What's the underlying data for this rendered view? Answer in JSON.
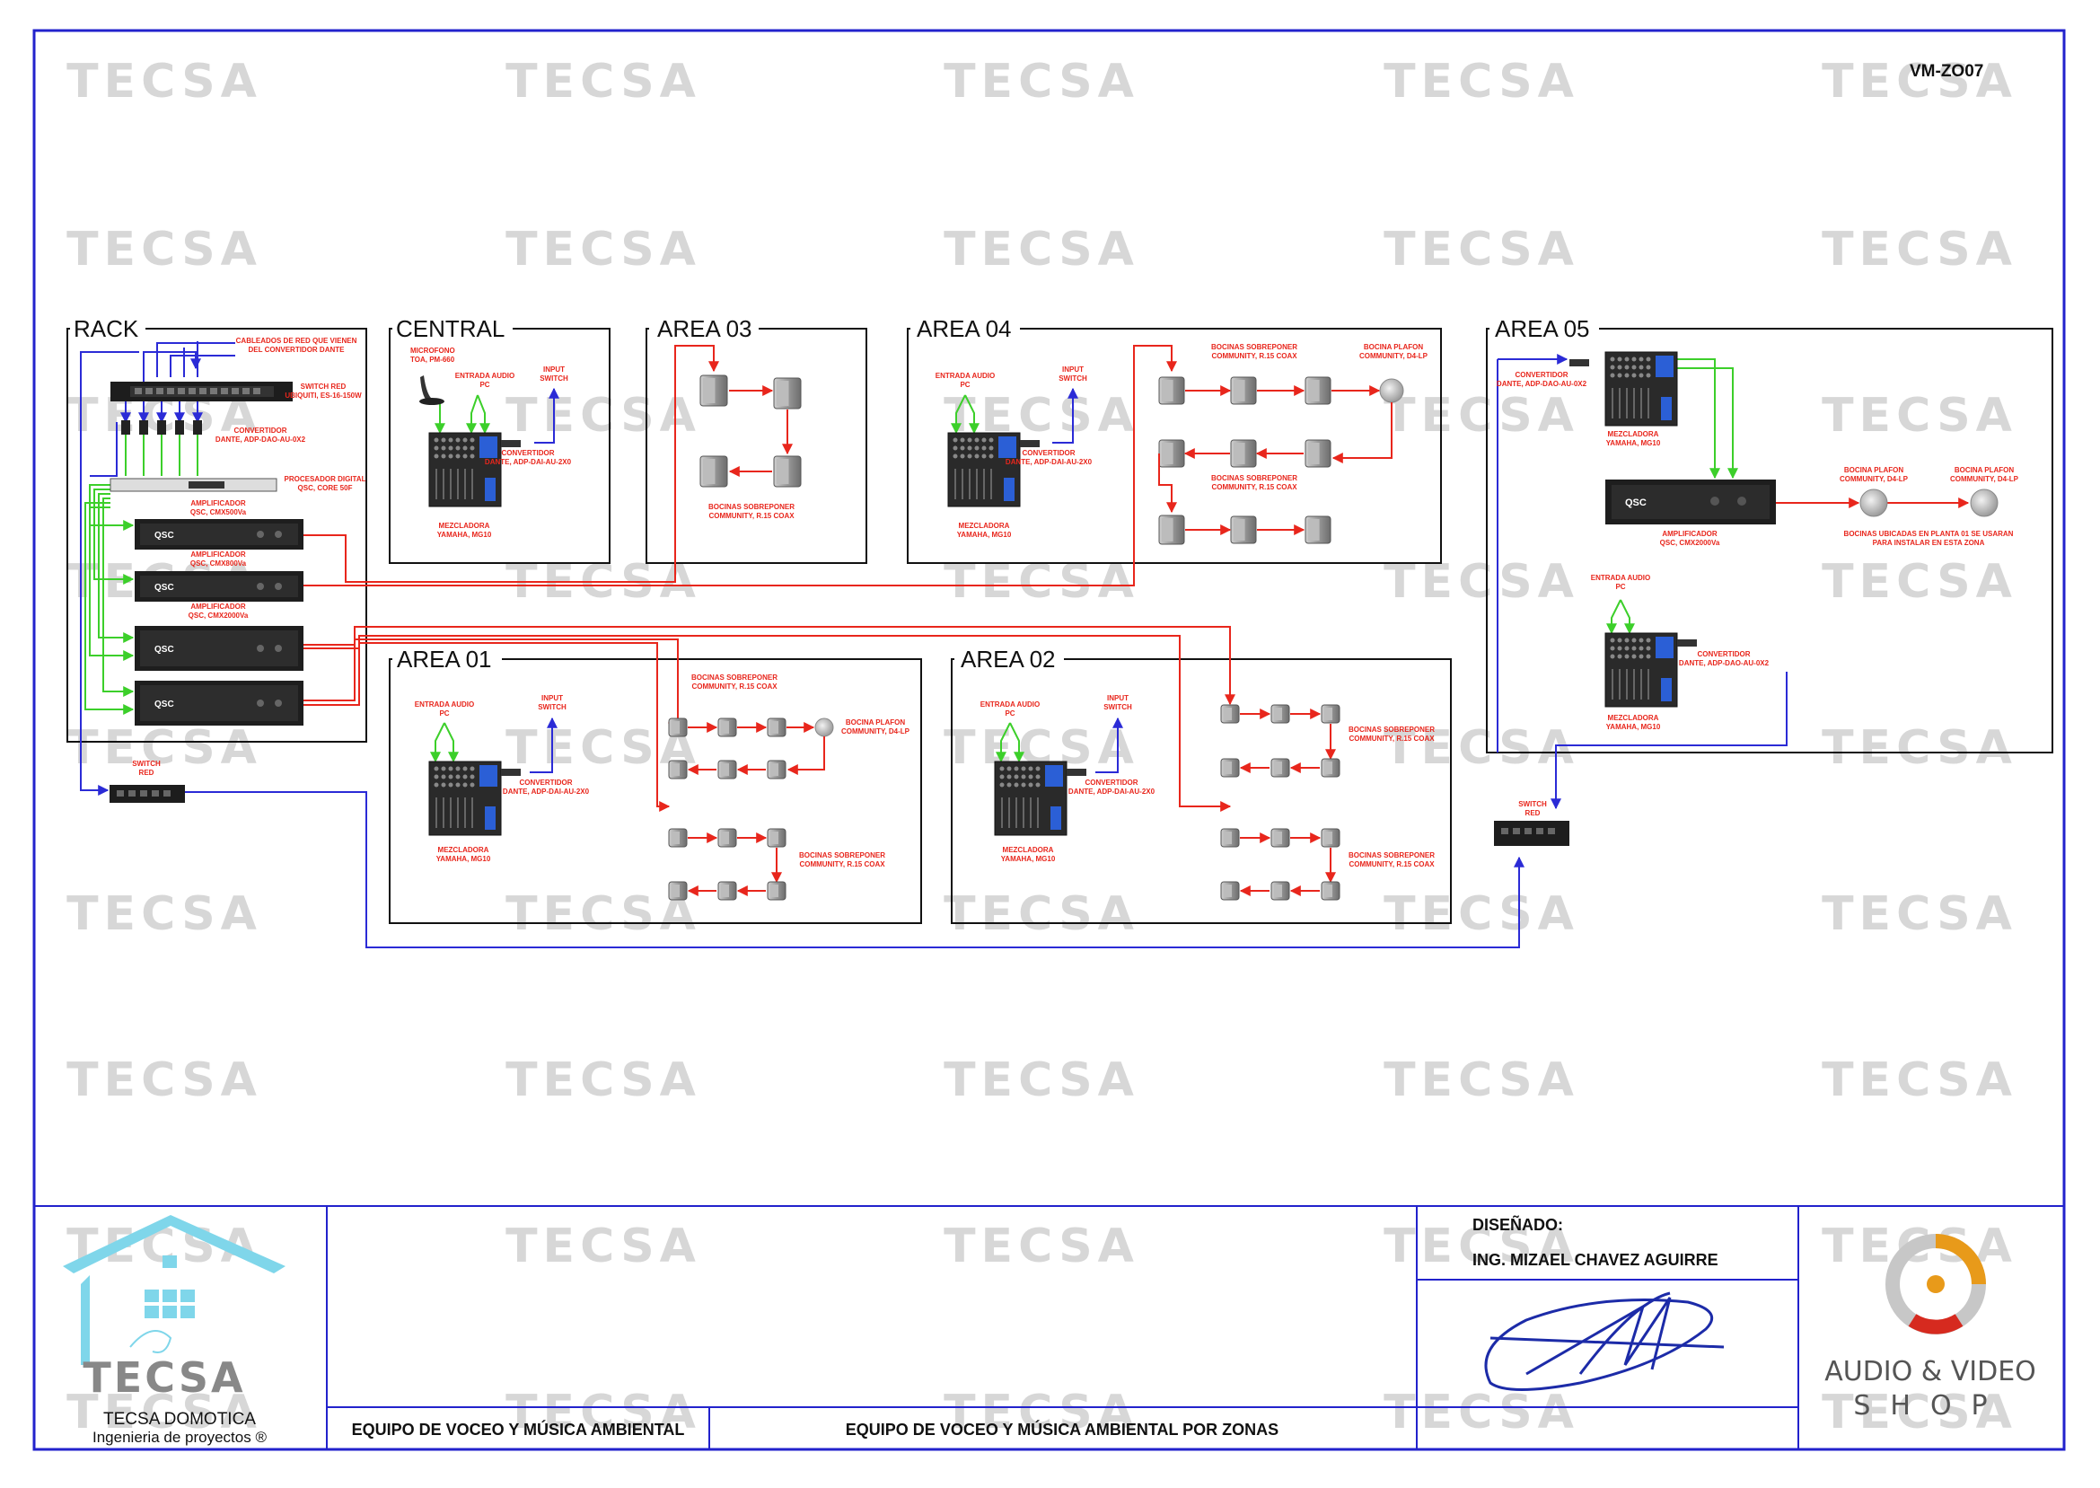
{
  "sheet": {
    "code": "VM-ZO07",
    "watermark": "TECSA"
  },
  "zones": {
    "rack": "RACK",
    "central": "CENTRAL",
    "area03": "AREA 03",
    "area04": "AREA 04",
    "area05": "AREA 05",
    "area01": "AREA 01",
    "area02": "AREA 02"
  },
  "rack": {
    "cable_note": [
      "CABLEADOS DE RED QUE VIENEN",
      "DEL CONVERTIDOR DANTE"
    ],
    "switch": [
      "SWITCH RED",
      "UBIQUITI, ES-16-150W"
    ],
    "converter": [
      "CONVERTIDOR",
      "DANTE, ADP-DAO-AU-0X2"
    ],
    "processor": [
      "PROCESADOR DIGITAL",
      "QSC, CORE 50F"
    ],
    "amp1": [
      "AMPLIFICADOR",
      "QSC, CMX500Va"
    ],
    "amp2": [
      "AMPLIFICADOR",
      "QSC, CMX800Va"
    ],
    "amp3": [
      "AMPLIFICADOR",
      "QSC, CMX2000Va"
    ],
    "switch_bottom": [
      "SWITCH",
      "RED"
    ]
  },
  "labels": {
    "microphone": [
      "MICROFONO",
      "TOA, PM-660"
    ],
    "audio_input": [
      "ENTRADA AUDIO",
      "PC"
    ],
    "input_switch": [
      "INPUT",
      "SWITCH"
    ],
    "converter_out": [
      "CONVERTIDOR",
      "DANTE, ADP-DAI-AU-2X0"
    ],
    "mixer": [
      "MEZCLADORA",
      "YAMAHA, MG10"
    ],
    "speakers_surface": [
      "BOCINAS SOBREPONER",
      "COMMUNITY, R.15 COAX"
    ],
    "speaker_ceiling": [
      "BOCINA PLAFON",
      "COMMUNITY, D4-LP"
    ],
    "area05_converter": [
      "CONVERTIDOR",
      "DANTE, ADP-DAO-AU-0X2"
    ],
    "area05_amp": [
      "AMPLIFICADOR",
      "QSC, CMX2000Va"
    ],
    "area05_note": [
      "BOCINAS UBICADAS EN PLANTA 01 SE USARAN",
      "PARA INSTALAR EN ESTA ZONA"
    ],
    "switch_red": [
      "SWITCH",
      "RED"
    ]
  },
  "amp_brand": "QSC",
  "title_block": {
    "company": "TECSA DOMOTICA",
    "company_sub": "Ingenieria de proyectos ®",
    "logo_text": "TECSA",
    "title_left": "EQUIPO DE VOCEO Y MÚSICA AMBIENTAL",
    "title_main": "EQUIPO DE VOCEO Y MÚSICA AMBIENTAL POR ZONAS",
    "designed_label": "DISEÑADO:",
    "designer": "ING. MIZAEL CHAVEZ AGUIRRE",
    "brand_line1": "AUDIO & VIDEO",
    "brand_line2": "SHOP"
  },
  "colors": {
    "frame": "#2222cc",
    "signal_audio": "#e8261c",
    "signal_network": "#2b2bd6",
    "signal_green": "#3ccf2a",
    "label_red": "#e8261c",
    "brand_orange": "#e89a1a"
  }
}
